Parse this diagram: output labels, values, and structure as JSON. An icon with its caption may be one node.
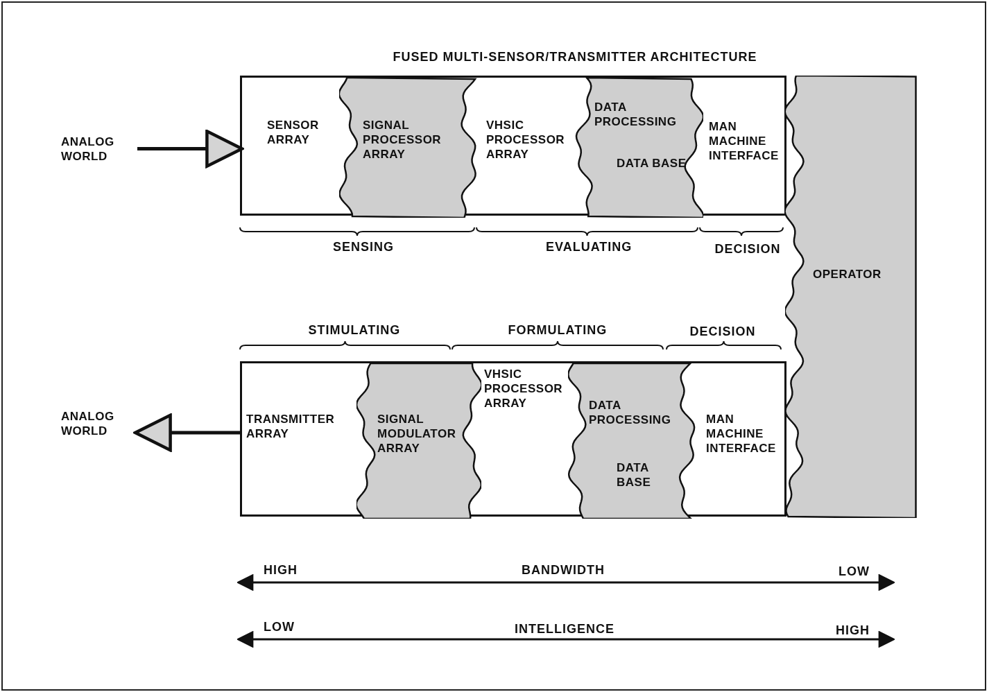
{
  "diagram": {
    "title": "FUSED MULTI-SENSOR/TRANSMITTER ARCHITECTURE",
    "nodes": [
      {
        "text": [
          "ANALOG WORLD"
        ]
      },
      {
        "text": [],
        "shape": "box"
      },
      {
        "text": [
          "SENSOR ARRAY"
        ],
        "in": 1
      },
      {
        "text": [
          "SIGNAL PROCESSOR ARRAY"
        ],
        "in": 1
      },
      {
        "text": [
          "VHSIC PROCESSOR ARRAY"
        ],
        "in": 1
      },
      {
        "text": [
          "DATA PROCESSING",
          "DATA BASE"
        ],
        "in": 1
      },
      {
        "text": [
          "MAN MACHINE INTERFACE"
        ],
        "in": 1
      },
      {
        "text": [
          "OPERATOR"
        ]
      },
      {
        "text": [
          "ANALOG WORLD"
        ]
      },
      {
        "text": [],
        "shape": "box"
      },
      {
        "text": [
          "TRANSMITTER ARRAY"
        ],
        "in": 9
      },
      {
        "text": [
          "SIGNAL MODULATOR ARRAY"
        ],
        "in": 9
      },
      {
        "text": [
          "VHSIC PROCESSOR ARRAY"
        ],
        "in": 9
      },
      {
        "text": [
          "DATA PROCESSING",
          "DATA BASE"
        ],
        "in": 9
      },
      {
        "text": [
          "MAN MACHINE INTERFACE"
        ],
        "in": 9
      }
    ],
    "edges": [
      {
        "from": 0,
        "to": 1,
        "arrow": "to"
      },
      {
        "from": 9,
        "to": 8,
        "arrow": "to"
      }
    ],
    "labels": [
      "SENSING",
      "EVALUATING",
      "DECISION",
      "STIMULATING",
      "FORMULATING",
      "DECISION",
      "HIGH",
      "BANDWIDTH",
      "LOW",
      "LOW",
      "INTELLIGENCE",
      "HIGH"
    ]
  }
}
